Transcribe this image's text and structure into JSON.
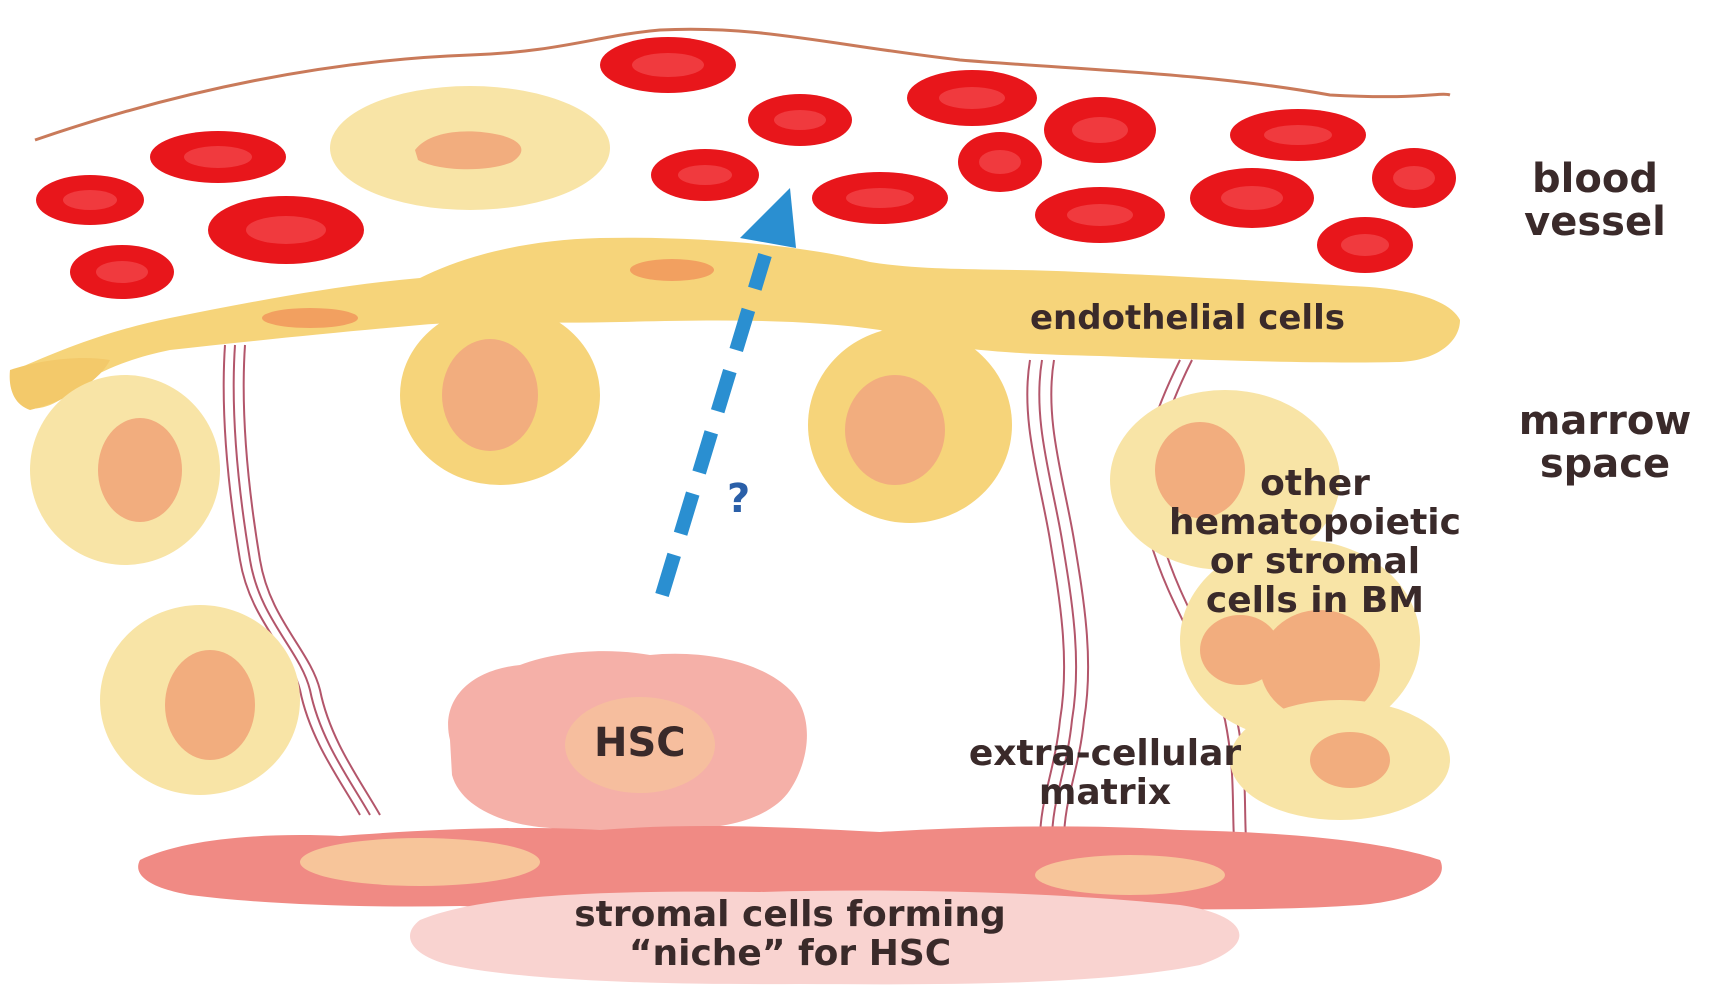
{
  "labels": {
    "blood_vessel_line1": "blood",
    "blood_vessel_line2": "vessel",
    "endothelial_cells": "endothelial cells",
    "marrow_space_line1": "marrow",
    "marrow_space_line2": "space",
    "other_cells_line1": "other",
    "other_cells_line2": "hematopoietic",
    "other_cells_line3": "or stromal",
    "other_cells_line4": "cells in BM",
    "question_mark": "?",
    "hsc": "HSC",
    "ecm_line1": "extra-cellular",
    "ecm_line2": "matrix",
    "niche_line1": "stromal cells forming",
    "niche_line2": "“niche” for HSC"
  },
  "colors": {
    "red_blood_cell": "#e8161b",
    "endothelial": "#f6d47a",
    "marrow_cell_outer": "#f8e4a6",
    "marrow_cell_nucleus": "#f2ad7e",
    "hsc_cell": "#f5b0a8",
    "stromal_niche": "#f08a84",
    "fiber": "#b3566b",
    "arrow": "#2a8fd1",
    "vessel_wall": "#c97a5a",
    "text": "#3a2a2a"
  }
}
